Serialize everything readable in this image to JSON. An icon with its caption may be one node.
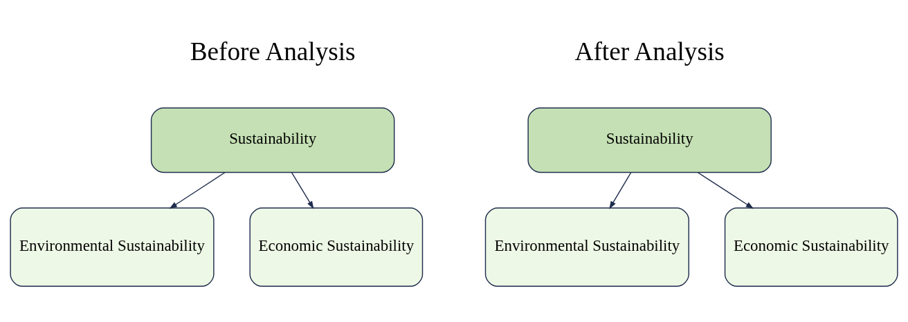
{
  "diagram": {
    "nodes": [
      {
        "text": [
          "Sustainability"
        ]
      },
      {
        "text": [
          "Environmental Sustainability"
        ]
      },
      {
        "text": [
          "Economic Sustainability"
        ]
      },
      {
        "text": [
          "Sustainability"
        ]
      },
      {
        "text": [
          "Environmental Sustainability"
        ]
      },
      {
        "text": [
          "Economic Sustainability"
        ]
      }
    ],
    "edges": [
      {
        "from": 0,
        "to": 1,
        "arrow": "to"
      },
      {
        "from": 0,
        "to": 2,
        "arrow": "to"
      },
      {
        "from": 3,
        "to": 4,
        "arrow": "to"
      },
      {
        "from": 3,
        "to": 5,
        "arrow": "to"
      }
    ],
    "labels": [
      "Before Analysis",
      "After Analysis"
    ]
  }
}
